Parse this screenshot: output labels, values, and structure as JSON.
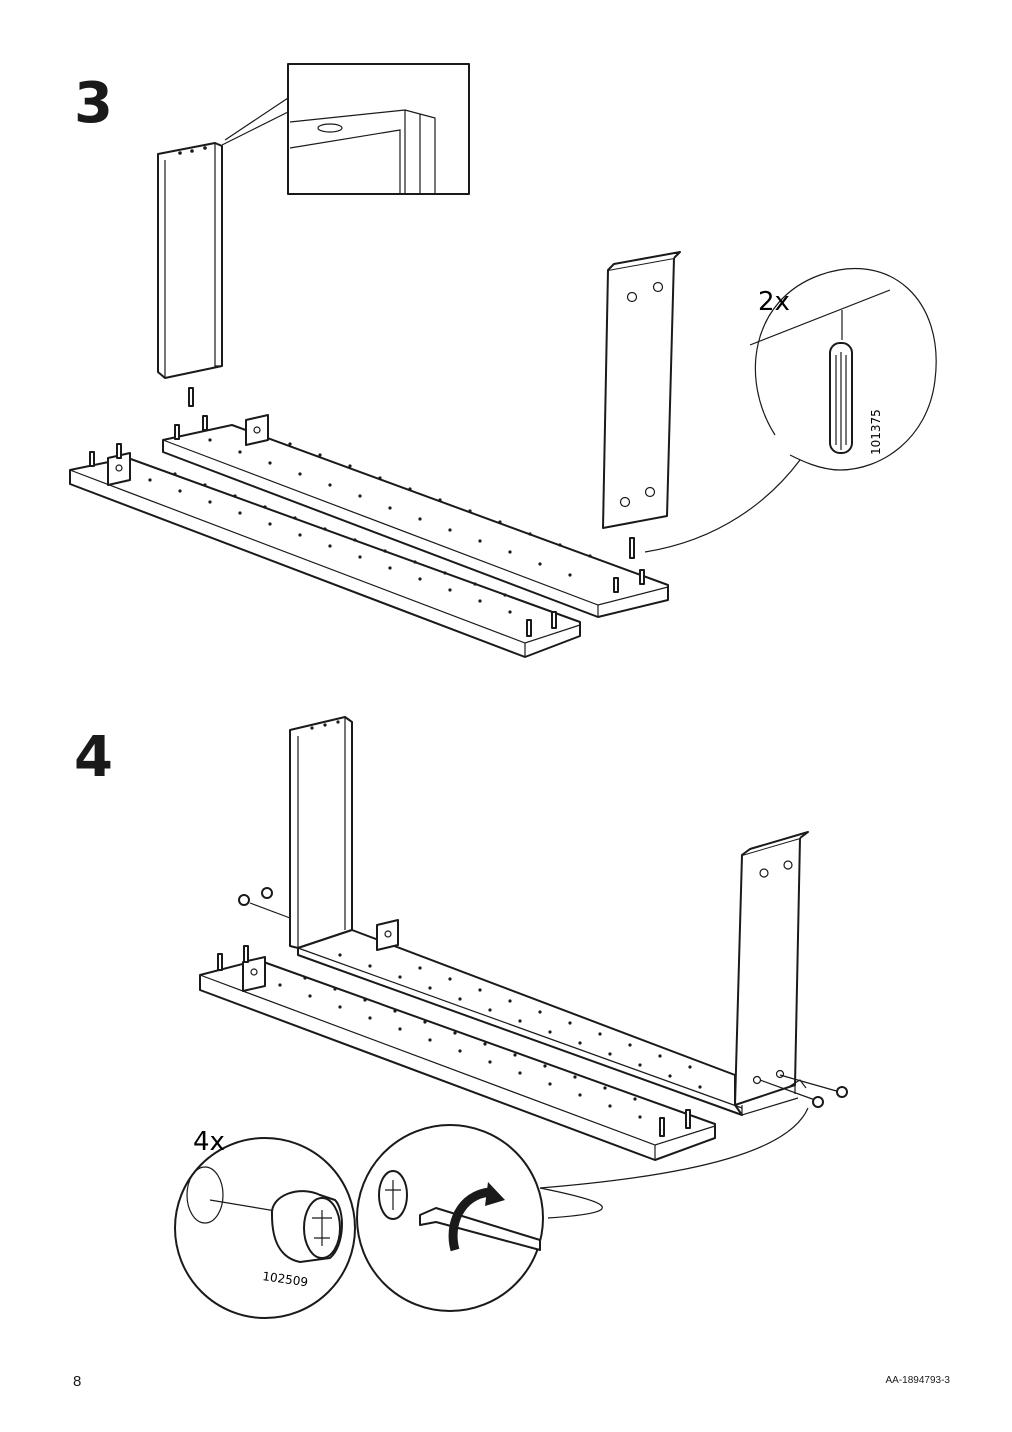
{
  "page": {
    "number": "8",
    "document_code": "AA-1894793-3"
  },
  "steps": [
    {
      "number": "3",
      "callouts": [
        {
          "quantity": "2x",
          "part_number": "101375",
          "icon": "wooden-dowel-icon"
        }
      ]
    },
    {
      "number": "4",
      "callouts": [
        {
          "quantity": "4x",
          "part_number": "102509",
          "icon": "cam-lock-icon"
        }
      ]
    }
  ]
}
